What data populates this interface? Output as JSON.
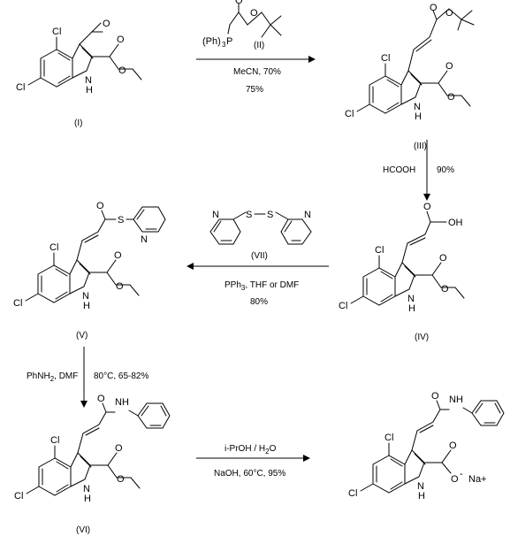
{
  "compounds": {
    "I": {
      "label": "(I)"
    },
    "II": {
      "label": "(II)",
      "ph3": "(Ph)",
      "sub3": "3",
      "P": "P"
    },
    "III": {
      "label": "(III)"
    },
    "IV": {
      "label": "(IV)",
      "OH": "OH"
    },
    "V": {
      "label": "(V)",
      "S": "S"
    },
    "VI": {
      "label": "(VI)"
    },
    "VII": {
      "label": "(VII)",
      "S": "S"
    },
    "final": {
      "Na": "Na+",
      "Ominus": "O",
      "minus": "-"
    }
  },
  "atoms": {
    "Cl": "Cl",
    "O": "O",
    "N": "N",
    "H": "H",
    "NH": "NH",
    "S": "S"
  },
  "steps": {
    "s1": {
      "line1": "MeCN, 70%",
      "line2": "75%"
    },
    "s2": {
      "reagent": "HCOOH",
      "yield": "90%"
    },
    "s3": {
      "line1": "PPh",
      "sub": "3",
      "line1b": ", THF or DMF",
      "line2": "80%"
    },
    "s4": {
      "reagent": "PhNH",
      "sub": "2",
      "reagent_b": ", DMF",
      "cond": "80°C, 65-82%"
    },
    "s5": {
      "line1": "i-PrOH / H",
      "sub": "2",
      "line1b": "O",
      "line2": "NaOH, 60°C, 95%"
    }
  }
}
